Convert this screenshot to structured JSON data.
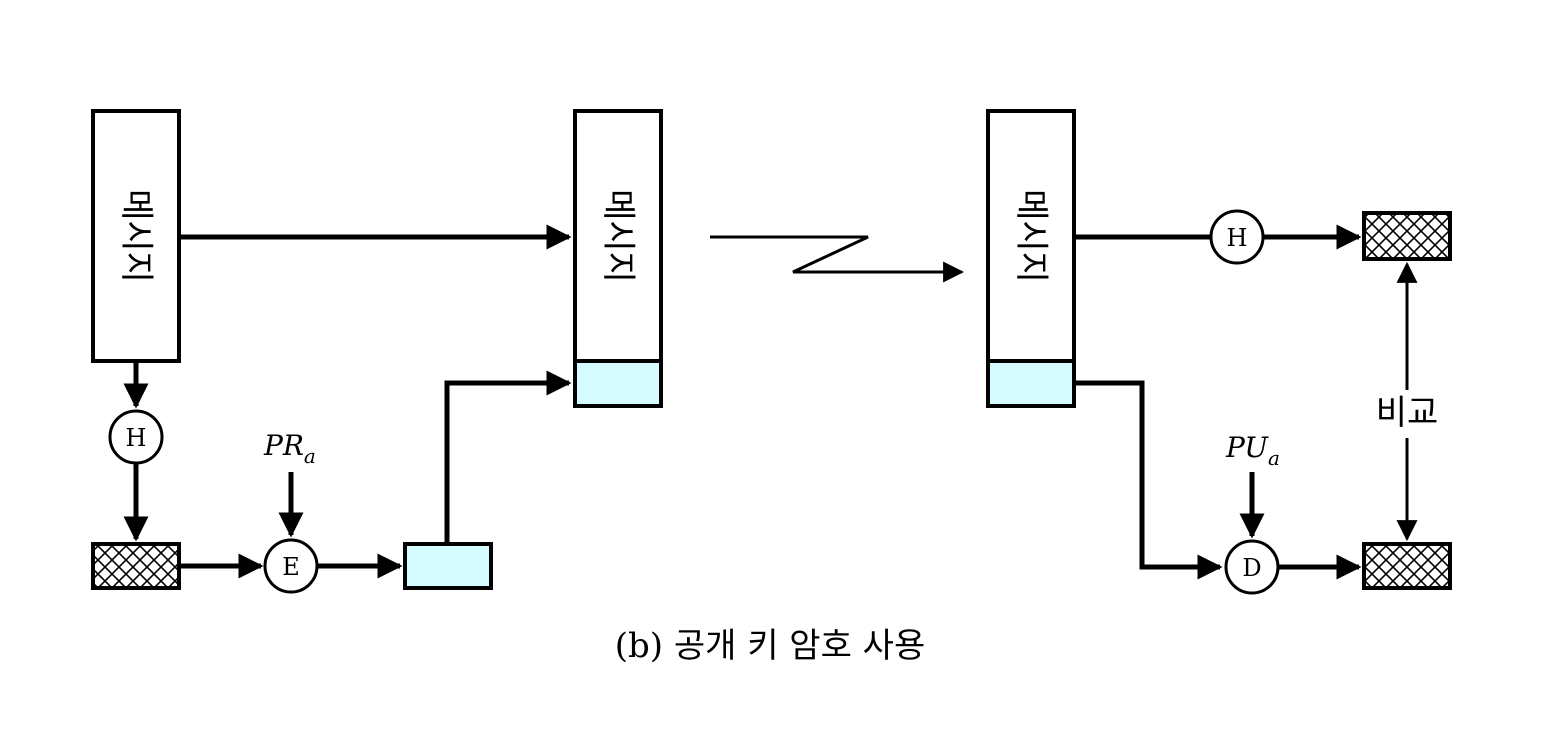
{
  "message_label": "메시지",
  "hash_label": "H",
  "encrypt_label": "E",
  "decrypt_label": "D",
  "private_key": {
    "base": "PR",
    "sub": "a"
  },
  "public_key": {
    "base": "PU",
    "sub": "a"
  },
  "compare_label": "비교",
  "caption": "(b) 공개 키 암호 사용",
  "colors": {
    "signature_fill": "#d4fbff",
    "stroke": "#000000",
    "background": "#ffffff"
  }
}
